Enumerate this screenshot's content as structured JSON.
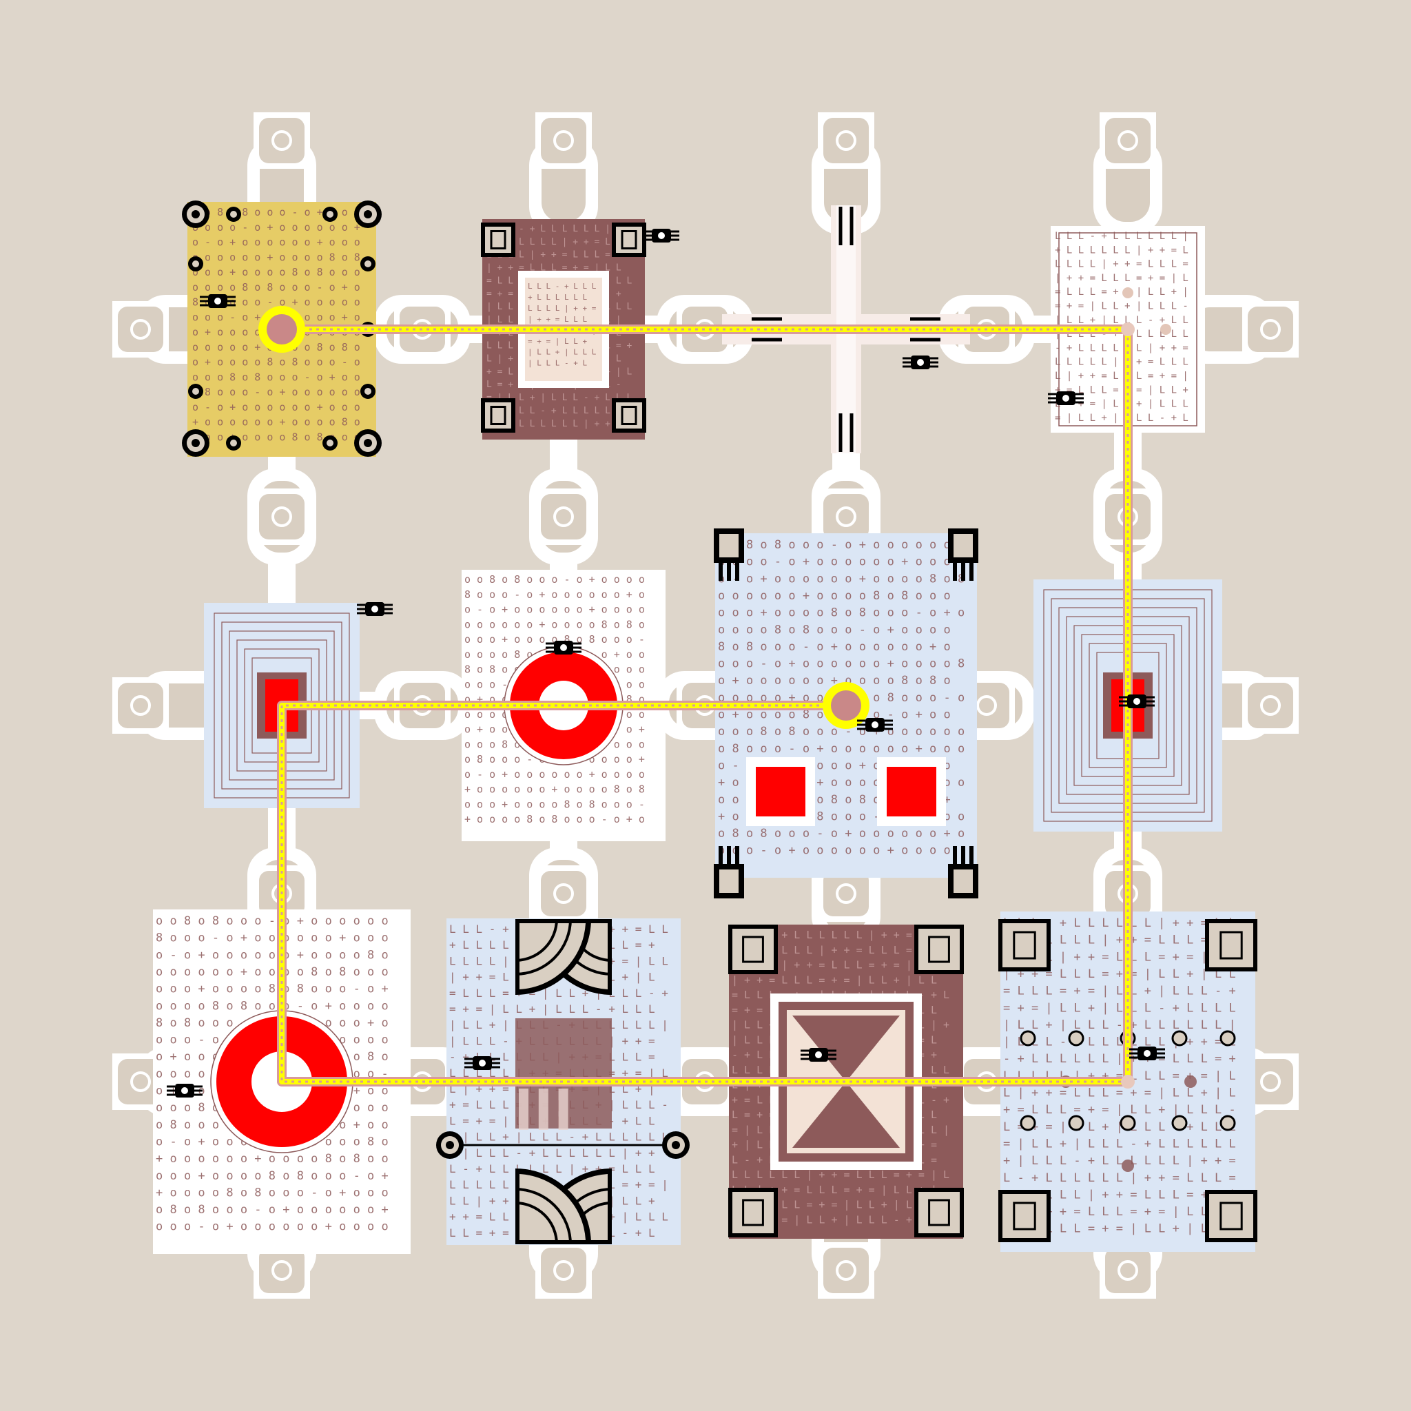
{
  "board": {
    "name": "pipe-circuit-puzzle",
    "background": "#ded6cb",
    "grid": {
      "cols": 4,
      "rows": 3
    },
    "colors": {
      "rail": "#ffffff",
      "socket": "#d9cfc2",
      "maroon": "#8d5a5a",
      "gold": "#e6cc66",
      "lightblue": "#dbe6f5",
      "red": "#ff0000",
      "yellow": "#ffff00",
      "wire": "#d99a9a",
      "pink": "#c98888"
    },
    "patterns": {
      "ring_text": "o o 8 o 8 o o o - o + o o o o o o + o o",
      "bar_text": "L L L - + L L L L L L | + + = L L L = + = | L L + |"
    },
    "path": {
      "color": "#ffff00",
      "start": {
        "col": 0,
        "row": 0
      },
      "end": {
        "col": 2,
        "row": 1
      },
      "route": [
        [
          0,
          0
        ],
        [
          3,
          0
        ],
        [
          3,
          2
        ],
        [
          0,
          2
        ],
        [
          0,
          1
        ],
        [
          2,
          1
        ]
      ]
    }
  },
  "tiles": [
    {
      "col": 0,
      "row": 0,
      "kind": "gold-plate",
      "icon": "gear-studs-icon",
      "marker": "start-node"
    },
    {
      "col": 1,
      "row": 0,
      "kind": "maroon-frame",
      "icon": "square-frame-icon"
    },
    {
      "col": 2,
      "row": 0,
      "kind": "junction-cross",
      "icon": "equals-marks-icon"
    },
    {
      "col": 3,
      "row": 0,
      "kind": "bar-panel",
      "icon": "text-panel-icon"
    },
    {
      "col": 0,
      "row": 1,
      "kind": "concentric-square",
      "icon": "target-square-icon"
    },
    {
      "col": 1,
      "row": 1,
      "kind": "ring-panel",
      "icon": "red-ring-icon"
    },
    {
      "col": 2,
      "row": 1,
      "kind": "blue-plate",
      "icon": "two-red-squares-icon",
      "marker": "end-node"
    },
    {
      "col": 3,
      "row": 1,
      "kind": "concentric-square",
      "icon": "target-square-icon"
    },
    {
      "col": 0,
      "row": 2,
      "kind": "ring-panel",
      "icon": "red-ring-icon"
    },
    {
      "col": 1,
      "row": 2,
      "kind": "quarter-arc-panel",
      "icon": "arc-corners-icon"
    },
    {
      "col": 2,
      "row": 2,
      "kind": "hourglass-frame",
      "icon": "hourglass-icon"
    },
    {
      "col": 3,
      "row": 2,
      "kind": "dot-grid-panel",
      "icon": "dot-grid-icon"
    }
  ]
}
